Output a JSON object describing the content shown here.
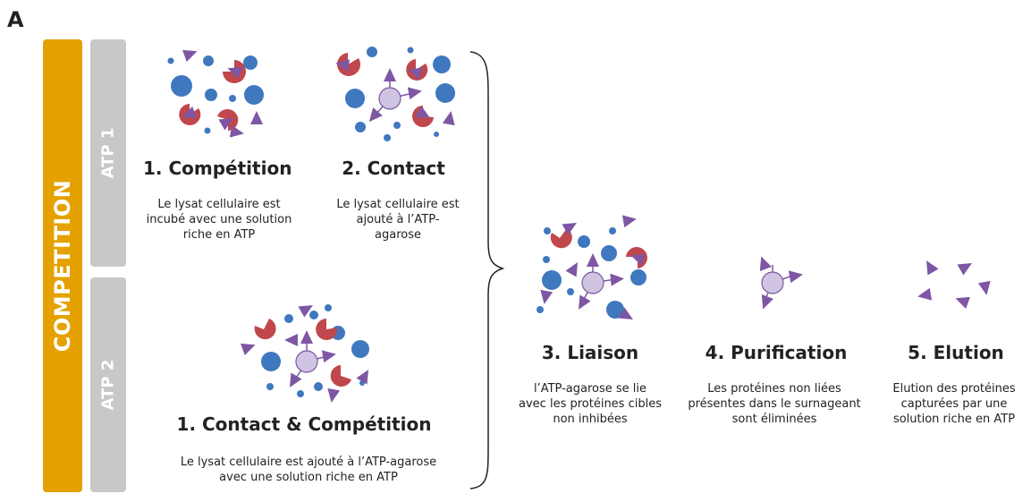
{
  "panel_label": "A",
  "side_labels": {
    "competition": "COMPETITION",
    "atp1": "ATP 1",
    "atp2": "ATP 2"
  },
  "steps": {
    "atp1_competition": {
      "title": "1. Compétition",
      "desc": "Le lysat cellulaire est incubé avec une solution riche en ATP"
    },
    "atp1_contact": {
      "title": "2. Contact",
      "desc": "Le lysat cellulaire est ajouté à l’ATP-agarose"
    },
    "atp2_contact_competition": {
      "title": "1. Contact & Compétition",
      "desc": "Le lysat cellulaire est ajouté à l’ATP-agarose avec une solution riche en ATP"
    },
    "binding": {
      "title": "3. Liaison",
      "desc": "l’ATP-agarose se lie avec les protéines cibles non inhibées"
    },
    "purification": {
      "title": "4. Purification",
      "desc": "Les protéines non liées présentes dans le surnageant sont éliminées"
    },
    "elution": {
      "title": "5. Elution",
      "desc": "Elution des protéines capturées par une solution riche en ATP"
    }
  },
  "colors": {
    "competition_bar": "#e4a100",
    "atp_bars": "#c8c8c8",
    "protein_blue": "#3f78bf",
    "protein_red": "#c0474b",
    "atp_purple": "#7e56a4",
    "agarose_bead": "#cfc4e2"
  }
}
